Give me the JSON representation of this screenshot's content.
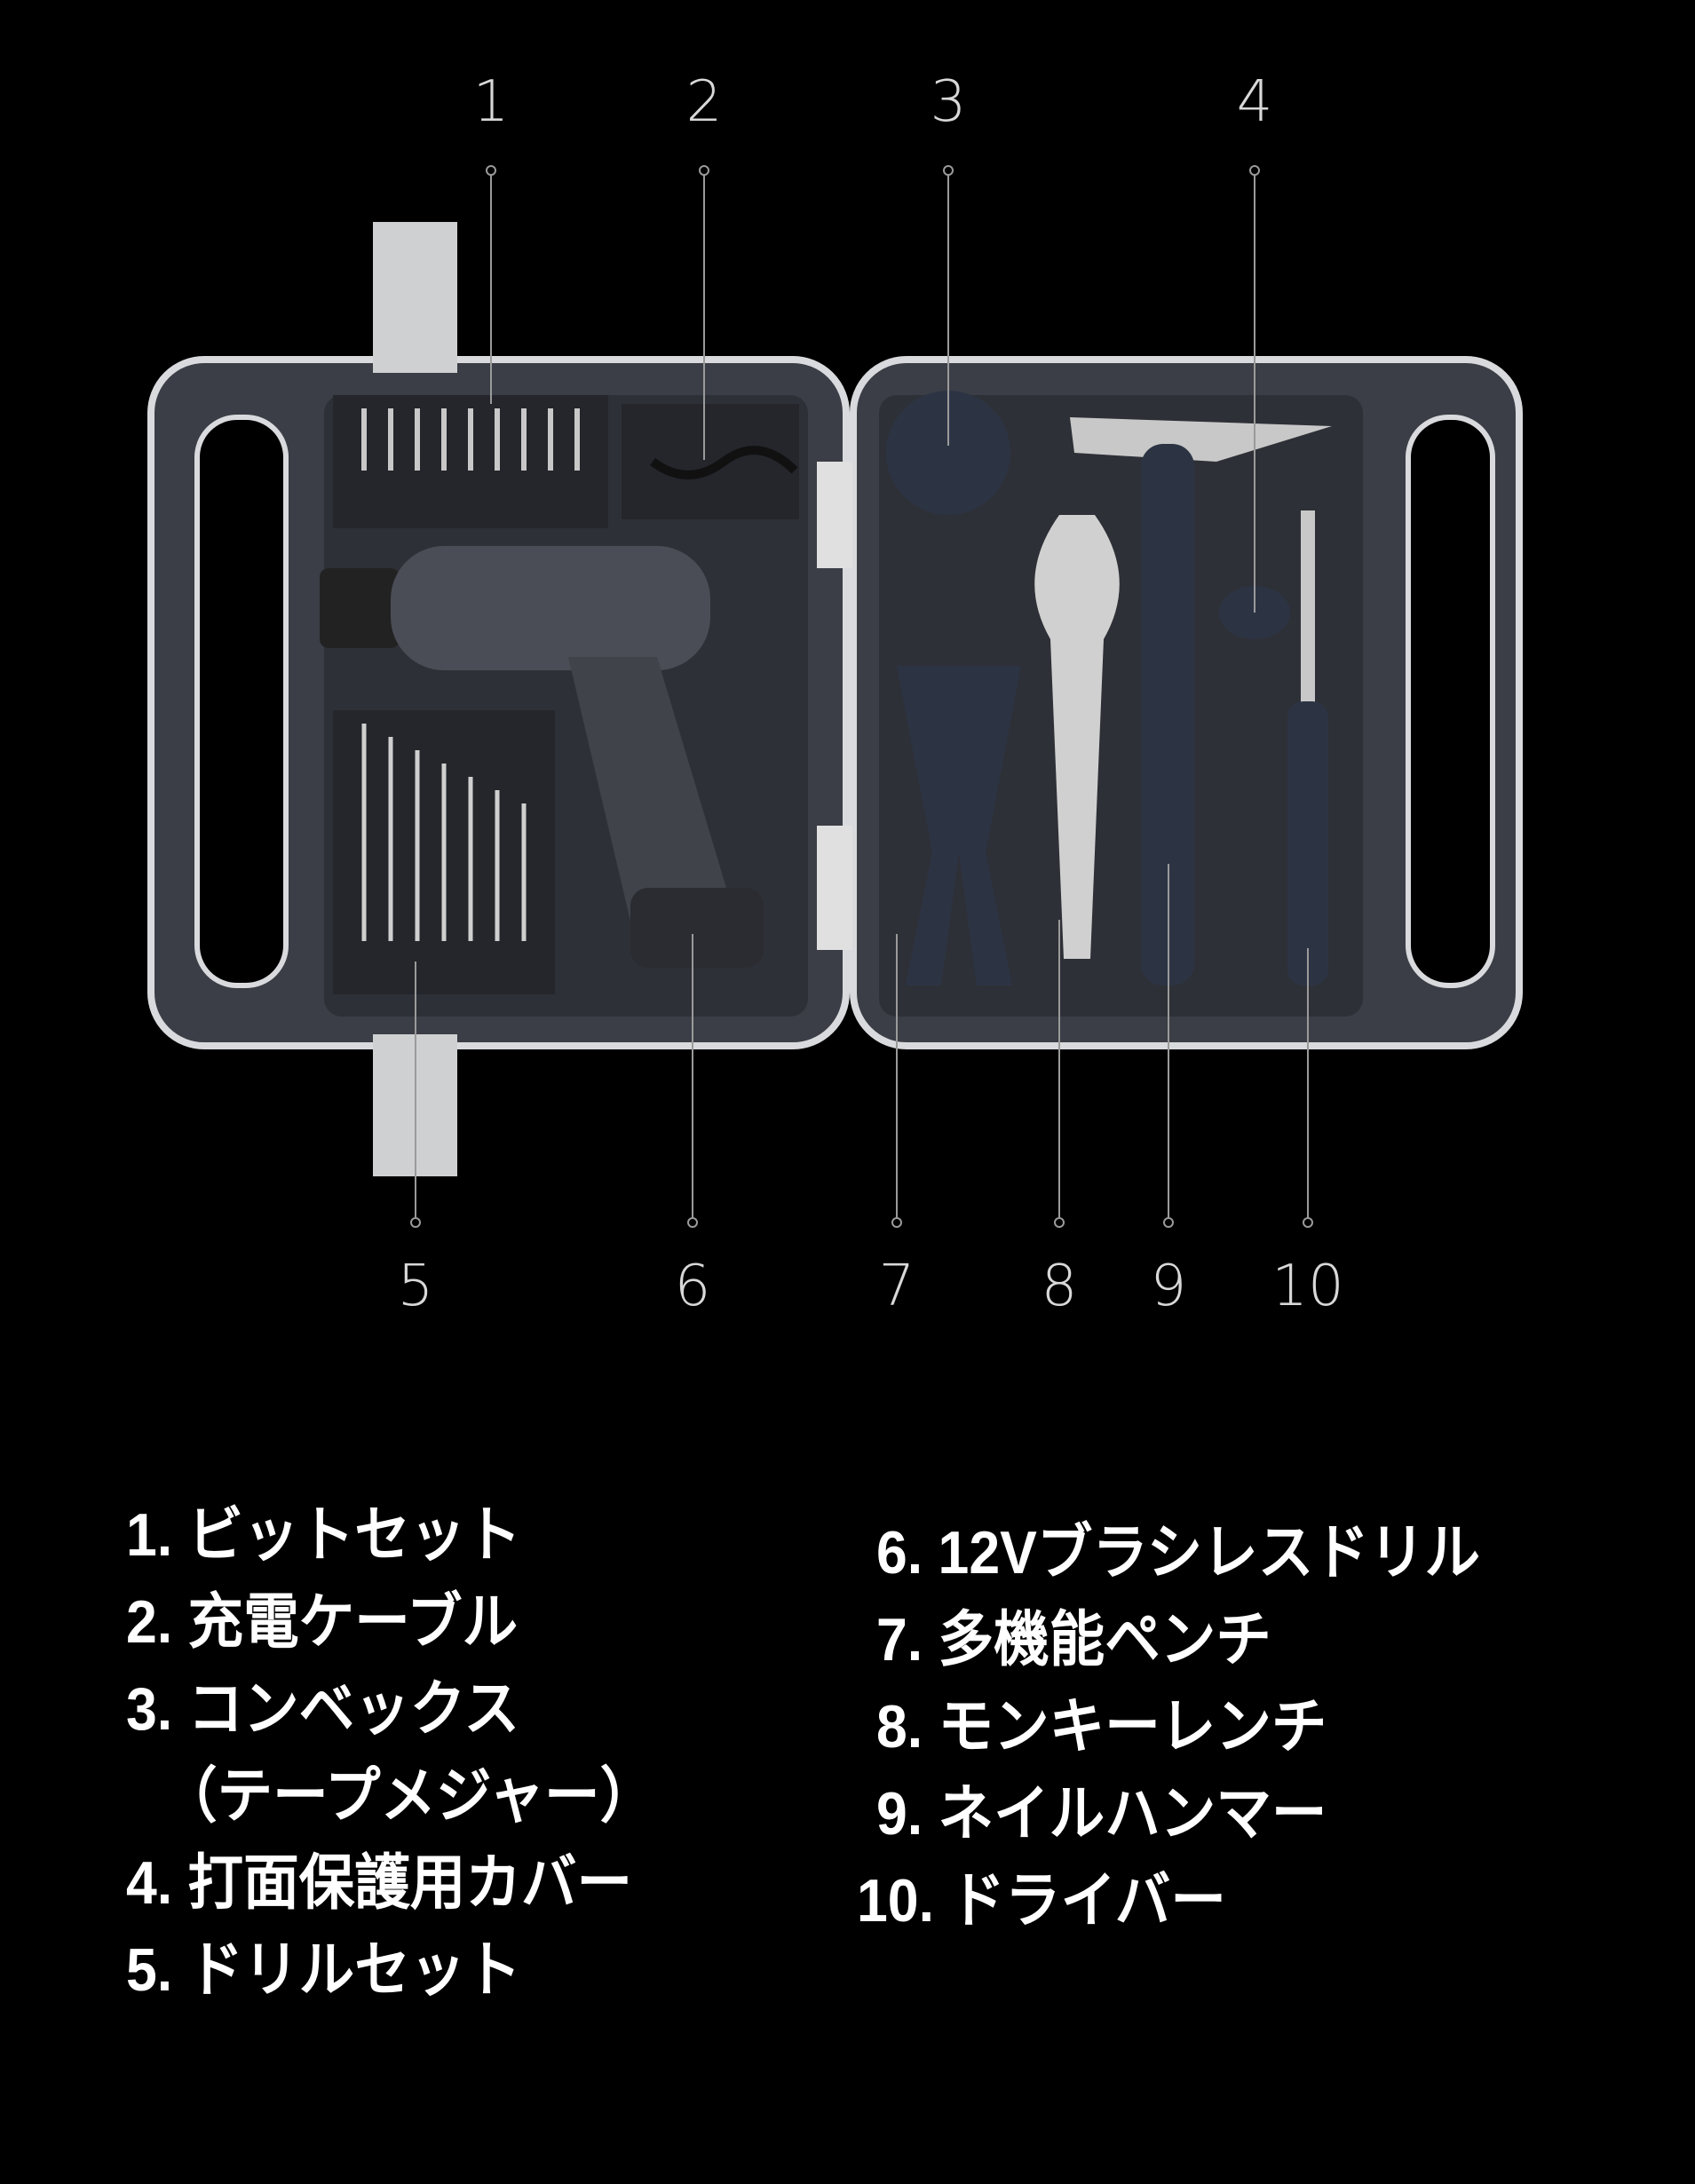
{
  "callouts_top": [
    "1",
    "2",
    "3",
    "4"
  ],
  "callouts_bottom": [
    "5",
    "6",
    "7",
    "8",
    "9",
    "10"
  ],
  "legend_left": [
    "1. ビットセット",
    "2. 充電ケーブル",
    "3. コンベックス",
    "（テープメジャー）",
    "4. 打面保護用カバー",
    "5. ドリルセット"
  ],
  "legend_right": [
    "6. 12Vブラシレスドリル",
    "7. 多機能ペンチ",
    "8. モンキーレンチ",
    "9. ネイルハンマー",
    "10. ドライバー"
  ],
  "colors": {
    "background": "#000000",
    "case": "#3a3d45",
    "case_rim": "#d9dadd",
    "tool_handle": "#2c3444",
    "text": "#ffffff"
  }
}
